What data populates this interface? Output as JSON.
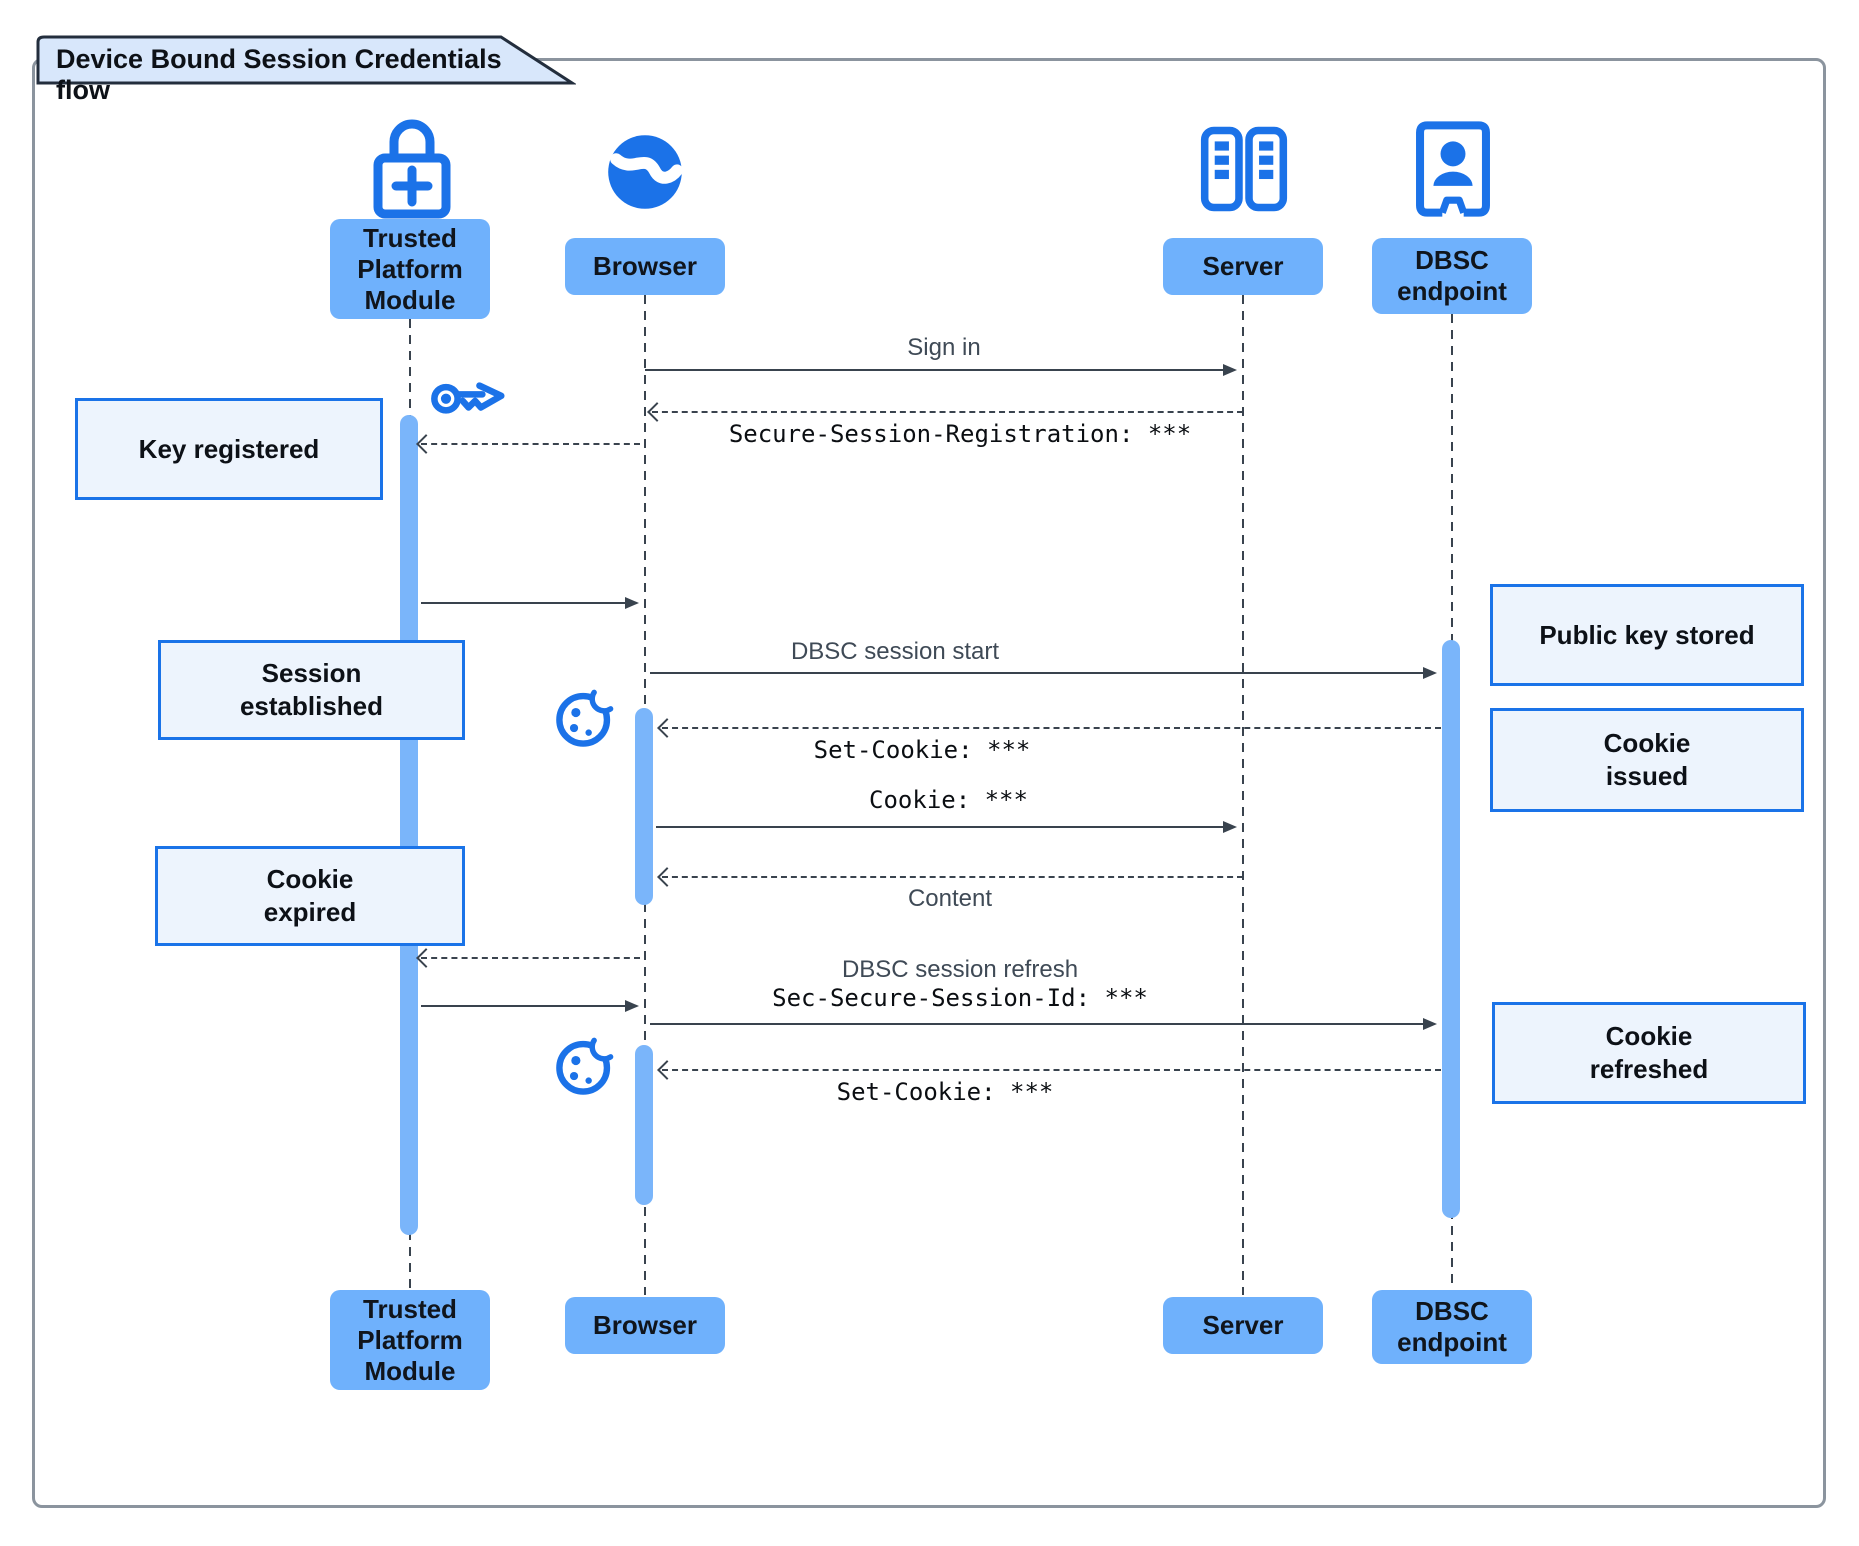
{
  "title": "Device Bound Session Credentials flow",
  "participants": [
    {
      "name": "Trusted Platform Module",
      "icon": "lock-plus-icon"
    },
    {
      "name": "Browser",
      "icon": "globe-icon"
    },
    {
      "name": "Server",
      "icon": "server-rack-icon"
    },
    {
      "name": "DBSC endpoint",
      "icon": "door-person-icon"
    }
  ],
  "messages": {
    "sign_in": "Sign in",
    "secure_session_registration": "Secure-Session-Registration: ***",
    "dbsc_session_start": "DBSC session start",
    "set_cookie_1": "Set-Cookie: ***",
    "cookie": "Cookie: ***",
    "content": "Content",
    "dbsc_session_refresh": "DBSC session refresh",
    "sec_secure_session_id": "Sec-Secure-Session-Id: ***",
    "set_cookie_2": "Set-Cookie: ***"
  },
  "notes": {
    "key_registered": "Key registered",
    "session_established": "Session established",
    "cookie_expired": "Cookie expired",
    "public_key_stored": "Public key stored",
    "cookie_issued": "Cookie issued",
    "cookie_refreshed": "Cookie refreshed"
  },
  "colors": {
    "icon_blue": "#1B72E8",
    "participant_fill": "#6FB1FC",
    "activation_fill": "#7AB5FA",
    "note_fill": "#EDF4FD",
    "note_border": "#1A73E8",
    "tab_fill": "#D8E7FB",
    "line": "#39434E"
  }
}
